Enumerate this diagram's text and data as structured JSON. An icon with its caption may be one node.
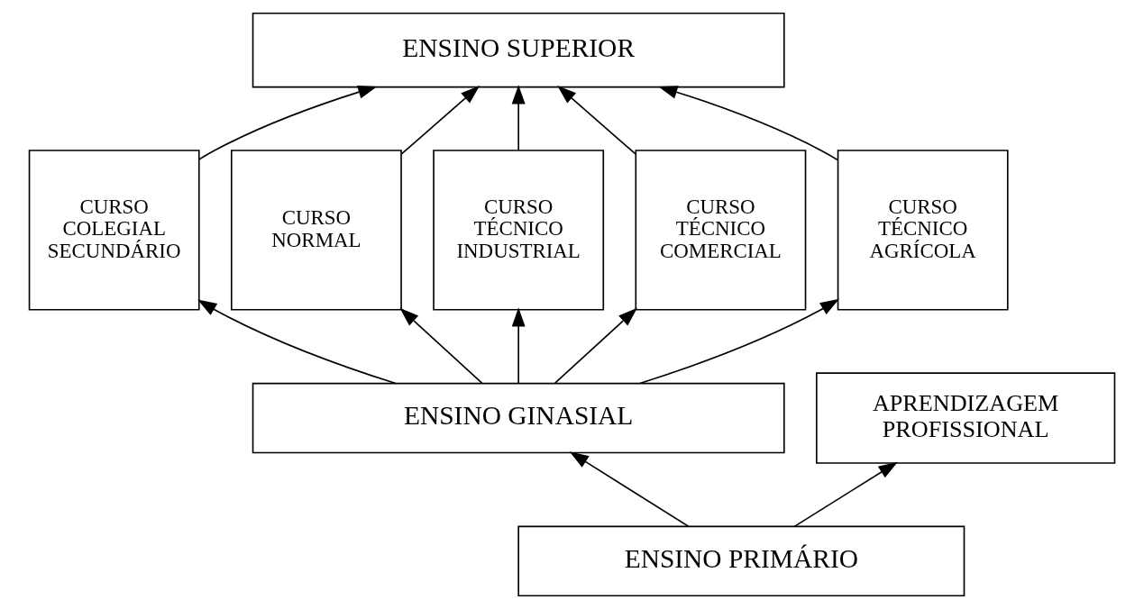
{
  "diagram": {
    "nodes": [
      {
        "text": [
          "ENSINO SUPERIOR"
        ]
      },
      {
        "text": [
          "CURSO COLEGIAL SECUNDÁRIO"
        ]
      },
      {
        "text": [
          "CURSO NORMAL"
        ]
      },
      {
        "text": [
          "CURSO TÉCNICO INDUSTRIAL"
        ]
      },
      {
        "text": [
          "CURSO TÉCNICO COMERCIAL"
        ]
      },
      {
        "text": [
          "CURSO TÉCNICO AGRÍCOLA"
        ]
      },
      {
        "text": [
          "ENSINO GINASIAL"
        ]
      },
      {
        "text": [
          "APRENDIZAGEM PROFISSIONAL"
        ]
      },
      {
        "text": [
          "ENSINO PRIMÁRIO"
        ]
      }
    ],
    "edges": [
      {
        "from": 1,
        "to": 0,
        "arrow": "to"
      },
      {
        "from": 2,
        "to": 0,
        "arrow": "to"
      },
      {
        "from": 3,
        "to": 0,
        "arrow": "to"
      },
      {
        "from": 4,
        "to": 0,
        "arrow": "to"
      },
      {
        "from": 5,
        "to": 0,
        "arrow": "to"
      },
      {
        "from": 6,
        "to": 1,
        "arrow": "to"
      },
      {
        "from": 6,
        "to": 2,
        "arrow": "to"
      },
      {
        "from": 6,
        "to": 3,
        "arrow": "to"
      },
      {
        "from": 6,
        "to": 4,
        "arrow": "to"
      },
      {
        "from": 6,
        "to": 5,
        "arrow": "to"
      },
      {
        "from": 8,
        "to": 6,
        "arrow": "to"
      },
      {
        "from": 8,
        "to": 7,
        "arrow": "to"
      }
    ]
  }
}
